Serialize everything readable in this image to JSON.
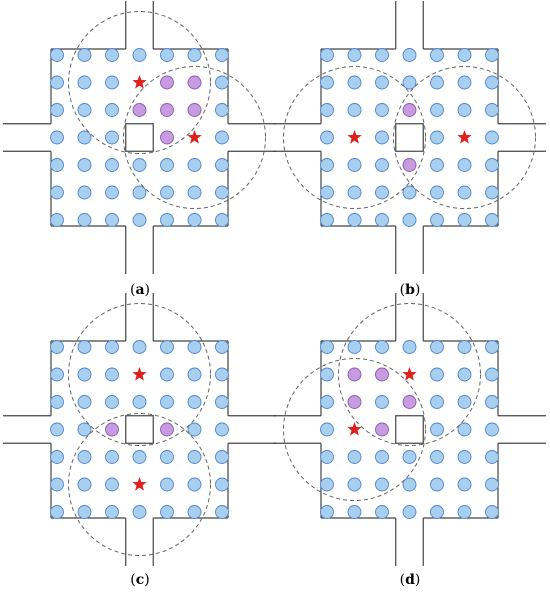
{
  "colors": {
    "dot_fill": "#a8cff0",
    "dot_stroke": "#4f86c6",
    "highlight_fill": "#c89be0",
    "highlight_stroke": "#8a5cb0",
    "star": "#e0201b",
    "outline": "#444444",
    "circle_stroke": "#666666"
  },
  "icons": {
    "sensor": "circle-dot",
    "highlighted_sensor": "purple-circle-dot",
    "anchor": "red-star-icon"
  },
  "panels": [
    {
      "id": "a",
      "caption_open": "(",
      "caption_letter": "a",
      "caption_close": ")",
      "highlighted": [
        [
          1,
          4
        ],
        [
          1,
          5
        ],
        [
          2,
          3
        ],
        [
          2,
          4
        ],
        [
          2,
          5
        ],
        [
          3,
          4
        ]
      ],
      "stars": [
        [
          1,
          3
        ],
        [
          3,
          5
        ]
      ],
      "circles": [
        [
          1,
          3
        ],
        [
          3,
          5
        ]
      ]
    },
    {
      "id": "b",
      "caption_open": "(",
      "caption_letter": "b",
      "caption_close": ")",
      "highlighted": [
        [
          2,
          3
        ],
        [
          4,
          3
        ]
      ],
      "stars": [
        [
          3,
          1
        ],
        [
          3,
          5
        ]
      ],
      "circles": [
        [
          3,
          1
        ],
        [
          3,
          5
        ]
      ]
    },
    {
      "id": "c",
      "caption_open": "(",
      "caption_letter": "c",
      "caption_close": ")",
      "highlighted": [
        [
          3,
          2
        ],
        [
          3,
          4
        ]
      ],
      "stars": [
        [
          1,
          3
        ],
        [
          5,
          3
        ]
      ],
      "circles": [
        [
          1,
          3
        ],
        [
          5,
          3
        ]
      ]
    },
    {
      "id": "d",
      "caption_open": "(",
      "caption_letter": "d",
      "caption_close": ")",
      "highlighted": [
        [
          1,
          1
        ],
        [
          1,
          2
        ],
        [
          2,
          1
        ],
        [
          2,
          3
        ],
        [
          3,
          2
        ]
      ],
      "stars": [
        [
          1,
          3
        ],
        [
          3,
          1
        ]
      ],
      "circles": [
        [
          1,
          3
        ],
        [
          3,
          1
        ]
      ]
    }
  ]
}
